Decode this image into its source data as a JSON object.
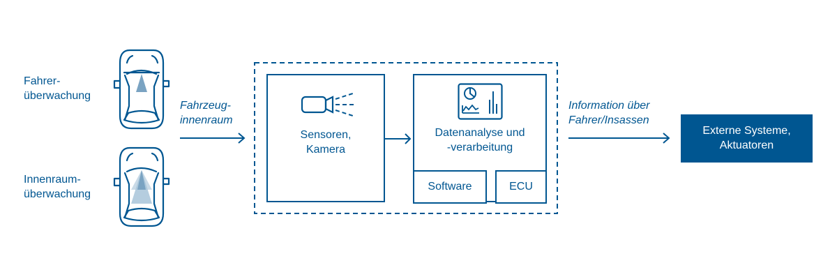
{
  "colors": {
    "primary": "#005691",
    "beam_light": "#a8c4d9",
    "beam_dark": "#7aa3c2",
    "external_box": "#005691",
    "external_text": "#ffffff"
  },
  "left": {
    "driver_monitoring": {
      "line1": "Fahrer-",
      "line2": "überwachung",
      "icon": "car-topview-single-beam-icon"
    },
    "interior_monitoring": {
      "line1": "Innenraum-",
      "line2": "überwachung",
      "icon": "car-topview-wide-beam-icon"
    }
  },
  "arrow1_label": {
    "line1": "Fahrzeug-",
    "line2": "innenraum"
  },
  "sensor_box": {
    "line1": "Sensoren,",
    "line2": "Kamera",
    "icon": "camera-icon"
  },
  "processing_box": {
    "line1": "Datenanalyse und",
    "line2": "-verarbeitung",
    "icon": "dashboard-chart-icon",
    "sub_software": "Software",
    "sub_ecu": "ECU"
  },
  "arrow3_label": {
    "line1": "Information über",
    "line2": "Fahrer/Insassen"
  },
  "external_box": {
    "line1": "Externe Systeme,",
    "line2": "Aktuatoren"
  }
}
